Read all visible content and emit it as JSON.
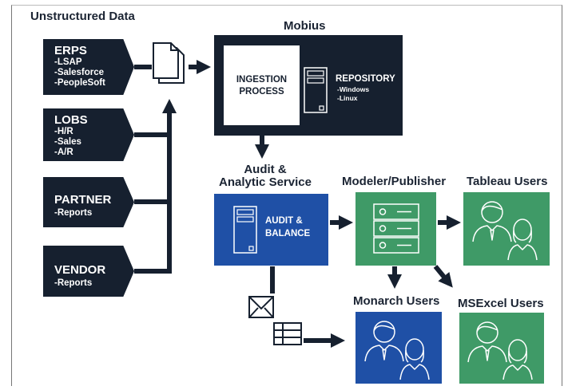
{
  "headers": {
    "unstructured": "Unstructured Data",
    "mobius": "Mobius",
    "audit_line1": "Audit &",
    "audit_line2": "Analytic Service",
    "modeler": "Modeler/Publisher",
    "tableau": "Tableau Users",
    "monarch": "Monarch Users",
    "msexcel": "MSExcel Users"
  },
  "sources": [
    {
      "title": "ERPS",
      "items": [
        "-LSAP",
        "-Salesforce",
        "-PeopleSoft"
      ]
    },
    {
      "title": "LOBS",
      "items": [
        "-H/R",
        "-Sales",
        "-A/R"
      ]
    },
    {
      "title": "PARTNER",
      "items": [
        "-Reports"
      ]
    },
    {
      "title": "VENDOR",
      "items": [
        "-Reports"
      ]
    }
  ],
  "mobius_box": {
    "ingestion_line1": "INGESTION",
    "ingestion_line2": "PROCESS",
    "repository": "REPOSITORY",
    "os": [
      "-Windows",
      "-Linux"
    ]
  },
  "audit_box": {
    "line1": "AUDIT &",
    "line2": "BALANCE"
  },
  "colors": {
    "dark": "#16202f",
    "blue": "#1f50a6",
    "green": "#3f9a67",
    "text": "#1b2433"
  },
  "icons": [
    "documents-icon",
    "server-icon",
    "envelope-icon",
    "table-icon",
    "users-icon"
  ]
}
